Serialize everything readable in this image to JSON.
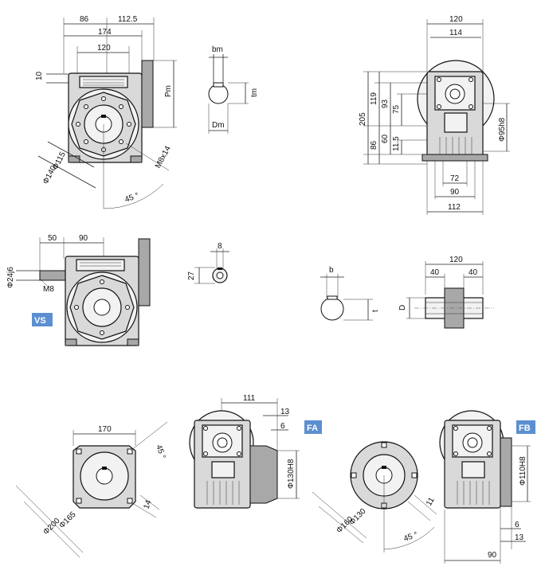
{
  "dims": {
    "d86": "86",
    "d112_5": "112.5",
    "d174": "174",
    "d120a": "120",
    "d10": "10",
    "pm": "Pm",
    "d115": "Φ115",
    "d140": "Φ140",
    "m8x14": "M8x14",
    "deg45a": "45 °",
    "bm": "bm",
    "tm": "tm",
    "dm": "Dm",
    "top120": "120",
    "top114": "114",
    "d205": "205",
    "d119": "119",
    "d93": "93",
    "d75": "75",
    "d60": "60",
    "d11_5": "11.5",
    "d86b": "86",
    "d95h8": "Φ95h8",
    "d72": "72",
    "d90": "90",
    "d112": "112",
    "d50": "50",
    "d90b": "90",
    "d24j6": "Φ24j6",
    "m8": "M8",
    "d8": "8",
    "d27": "27",
    "b": "b",
    "t": "t",
    "d120c": "120",
    "d40a": "40",
    "d40b": "40",
    "D": "D",
    "d170": "170",
    "deg45b": "45 °",
    "d165": "Φ165",
    "d200": "Φ200",
    "d14": "14",
    "d111": "111",
    "d13a": "13",
    "d6a": "6",
    "d130h8": "Φ130H8",
    "d130": "Φ130",
    "d160": "Φ160",
    "d11": "11",
    "deg45c": "45 °",
    "d110h8": "Φ110H8",
    "d6b": "6",
    "d13b": "13",
    "d90c": "90"
  },
  "tags": {
    "vs": "VS",
    "fa": "FA",
    "fb": "FB"
  }
}
